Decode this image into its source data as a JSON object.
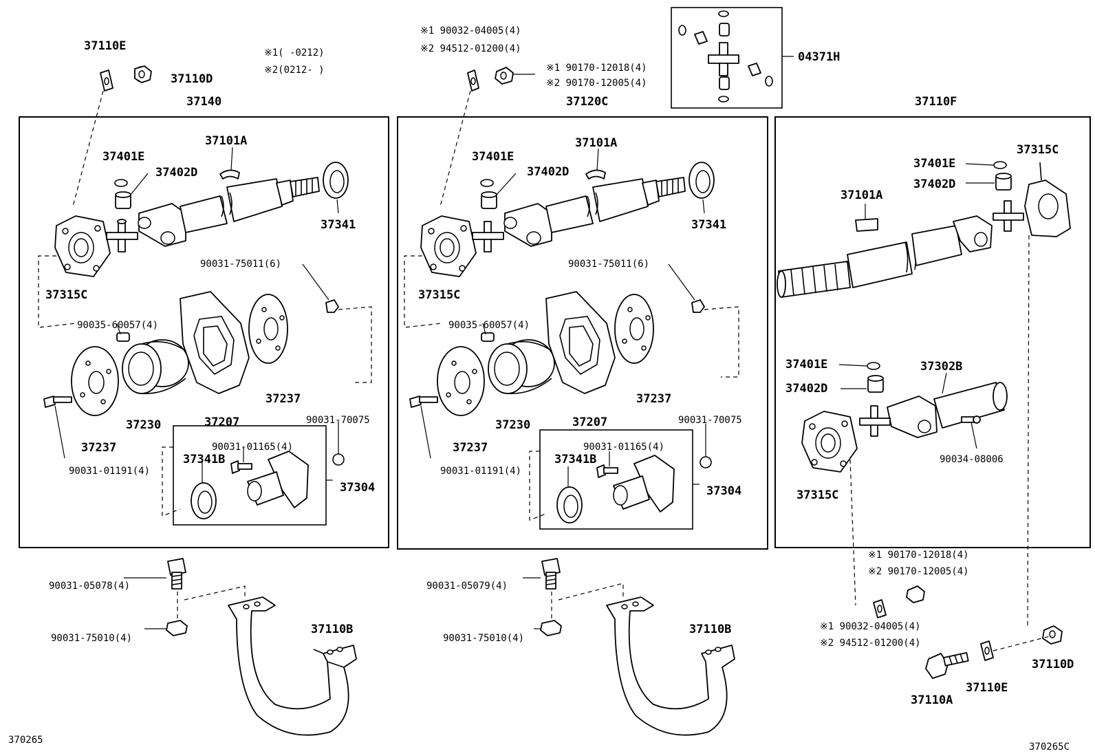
{
  "legend": {
    "note1": "※1(    -0212)",
    "note2": "※2(0212-    )"
  },
  "assemblies": {
    "left": "37140",
    "middle": "37120C",
    "right": "37110F",
    "spider_kit": "04371H"
  },
  "left": {
    "e_top": "37110E",
    "d_top": "37110D",
    "a101": "37101A",
    "e401": "37401E",
    "d402": "37402D",
    "seal": "37341",
    "flange": "37315C",
    "nut_top": "90031-75011(6)",
    "pin": "90035-60057(4)",
    "c237a": "37237",
    "c237b": "37237",
    "c230": "37230",
    "c207": "37207",
    "bolt_small": "90031-01191(4)",
    "n70075": "90031-70075",
    "n01165": "90031-01165(4)",
    "c341b": "37341B",
    "c304": "37304",
    "bolt_bracket": "90031-05078(4)",
    "nut_bracket": "90031-75010(4)",
    "bracket": "37110B",
    "code": "370265"
  },
  "middle": {
    "note1": "※1 90032-04005(4)",
    "note2": "※2 94512-01200(4)",
    "note3": "※1 90170-12018(4)",
    "note4": "※2 90170-12005(4)",
    "a101": "37101A",
    "e401": "37401E",
    "d402": "37402D",
    "seal": "37341",
    "flange": "37315C",
    "nut_top": "90031-75011(6)",
    "pin": "90035-60057(4)",
    "c237a": "37237",
    "c237b": "37237",
    "c230": "37230",
    "c207": "37207",
    "bolt_small": "90031-01191(4)",
    "n70075": "90031-70075",
    "n01165": "90031-01165(4)",
    "c341b": "37341B",
    "c304": "37304",
    "bolt_bracket": "90031-05079(4)",
    "nut_bracket": "90031-75010(4)",
    "bracket": "37110B"
  },
  "right": {
    "e401a": "37401E",
    "d402a": "37402D",
    "flange_a": "37315C",
    "a101": "37101A",
    "e401b": "37401E",
    "d402b": "37402D",
    "c302b": "37302B",
    "n08006": "90034-08006",
    "flange_b": "37315C",
    "note1": "※1 90170-12018(4)",
    "note2": "※2 90170-12005(4)",
    "note3": "※1 90032-04005(4)",
    "note4": "※2 94512-01200(4)",
    "bolt": "37110A",
    "e_bot": "37110E",
    "d_bot": "37110D",
    "code": "370265C"
  }
}
